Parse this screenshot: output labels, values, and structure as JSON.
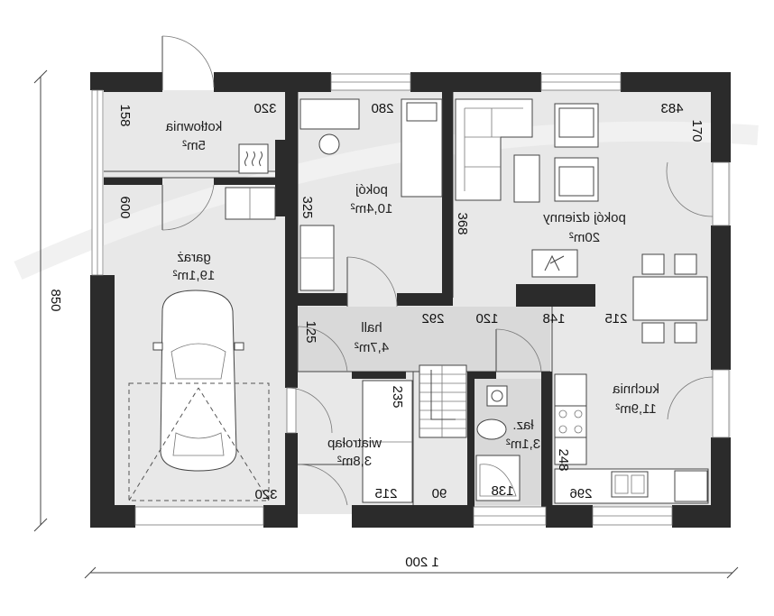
{
  "rooms": {
    "kotlownia": {
      "name": "kotłownia",
      "area": "5m²"
    },
    "garaz": {
      "name": "garaż",
      "area": "19,1m²"
    },
    "pokoj": {
      "name": "pokój",
      "area": "10,4m²"
    },
    "pokoj_dzienny": {
      "name": "pokój dzienny",
      "area": "20m²"
    },
    "hall": {
      "name": "hall",
      "area": "4,7m²"
    },
    "wiatrolap": {
      "name": "wiatrołap",
      "area": "3,8m²"
    },
    "lazienka": {
      "name": "łaz.",
      "area": "3,1m²"
    },
    "kuchnia": {
      "name": "kuchnia",
      "area": "11,9m²"
    }
  },
  "dimensions": {
    "total_width": "1 200",
    "total_height": "850",
    "kotlownia_w": "320",
    "kotlownia_h": "158",
    "garaz_h": "600",
    "garaz_w": "320",
    "pokoj_w": "280",
    "pokoj_h": "325",
    "pokoj_dzienny_w": "483",
    "pokoj_dzienny_h1": "170",
    "pokoj_dzienny_h2": "368",
    "hall_h": "125",
    "hall_w1": "292",
    "hall_w2": "120",
    "hall_w3": "148",
    "kuchnia_w1": "215",
    "wiatrolap_h": "235",
    "wiatrolap_w": "215",
    "stairs_w": "90",
    "lazienka_w": "138",
    "kuchnia_h": "248",
    "kuchnia_w2": "296"
  }
}
